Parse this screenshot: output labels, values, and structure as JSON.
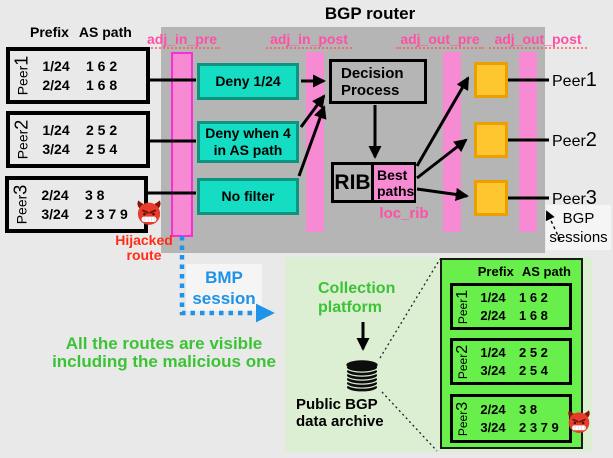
{
  "title": "BGP router",
  "column_labels": {
    "adj_in_pre": "adj_in_pre",
    "adj_in_post": "adj_in_post",
    "adj_out_pre": "adj_out_pre",
    "adj_out_post": "adj_out_post"
  },
  "loc_rib_label": "loc_rib",
  "decision_process": {
    "line1": "Decision",
    "line2": "Process"
  },
  "rib": {
    "label": "RIB",
    "best_paths_line1": "Best",
    "best_paths_line2": "paths"
  },
  "filters": [
    {
      "label": "Deny 1/24"
    },
    {
      "label": "Deny when 4 in AS path"
    },
    {
      "label": "No filter"
    }
  ],
  "table_header": {
    "prefix": "Prefix",
    "as_path": "AS path"
  },
  "peers_in": [
    {
      "name": "Peer",
      "number": "1",
      "rows": [
        {
          "prefix": "1/24",
          "as_path": "1 6 2"
        },
        {
          "prefix": "2/24",
          "as_path": "1 6 8"
        }
      ]
    },
    {
      "name": "Peer",
      "number": "2",
      "rows": [
        {
          "prefix": "1/24",
          "as_path": "2 5 2"
        },
        {
          "prefix": "3/24",
          "as_path": "2 5 4"
        }
      ]
    },
    {
      "name": "Peer",
      "number": "3",
      "rows": [
        {
          "prefix": "2/24",
          "as_path": "3 8"
        },
        {
          "prefix": "3/24",
          "as_path": "2 3 7 9"
        }
      ]
    }
  ],
  "peers_out": [
    {
      "name": "Peer",
      "number": "1"
    },
    {
      "name": "Peer",
      "number": "2"
    },
    {
      "name": "Peer",
      "number": "3"
    }
  ],
  "bgp_sessions": {
    "line1": "BGP",
    "line2": "sessions"
  },
  "hijacked_route": {
    "line1": "Hijacked",
    "line2": "route"
  },
  "bmp_session": {
    "line1": "BMP",
    "line2": "session"
  },
  "caption": {
    "line1": "All the routes are visible",
    "line2": "including the malicious one"
  },
  "collection_platform": {
    "line1": "Collection",
    "line2": "platform"
  },
  "archive_label": {
    "line1": "Public BGP",
    "line2": "data archive"
  },
  "archive": {
    "table_header": {
      "prefix": "Prefix",
      "as_path": "AS path"
    },
    "peers": [
      {
        "name": "Peer",
        "number": "1",
        "rows": [
          {
            "prefix": "1/24",
            "as_path": "1 6 2"
          },
          {
            "prefix": "2/24",
            "as_path": "1 6 8"
          }
        ]
      },
      {
        "name": "Peer",
        "number": "2",
        "rows": [
          {
            "prefix": "1/24",
            "as_path": "2 5 2"
          },
          {
            "prefix": "3/24",
            "as_path": "2 5 4"
          }
        ]
      },
      {
        "name": "Peer",
        "number": "3",
        "rows": [
          {
            "prefix": "2/24",
            "as_path": "3 8"
          },
          {
            "prefix": "3/24",
            "as_path": "2 3 7 9"
          }
        ]
      }
    ]
  },
  "icons": {
    "hijacked_route_icon": "devil-icon",
    "malicious_route_icon": "devil-icon",
    "archive_icon": "database-stack-icon"
  },
  "colors": {
    "router_gray": "#b5b5b5",
    "pink_bar": "#f78bd3",
    "pink_label_text": "#ff4fa6",
    "magenta_bar_border": "#ff2bd3",
    "teal_fill": "#14ddc4",
    "teal_border": "#0c9480",
    "orange_fill": "#ffc72f",
    "orange_border": "#ec9f00",
    "pale_green_panel": "#dcefd3",
    "bright_green_panel": "#69ef4c",
    "green_text": "#3cc335",
    "blue_bmp": "#1e93e8",
    "red_text": "#ff2d16"
  }
}
